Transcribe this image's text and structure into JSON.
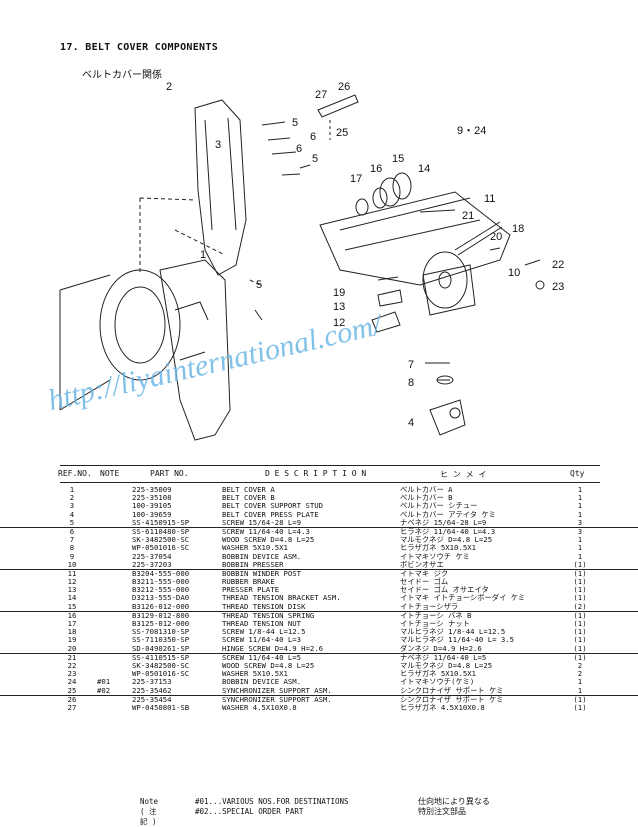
{
  "title": "17. BELT COVER COMPONENTS",
  "subtitle": "ベルトカバー関係",
  "watermark": "http://liyainternational.com/",
  "diagram_labels": [
    "2",
    "3",
    "5",
    "6",
    "6",
    "5",
    "27",
    "26",
    "25",
    "9・24",
    "15",
    "16",
    "17",
    "14",
    "11",
    "21",
    "18",
    "20",
    "10",
    "22",
    "23",
    "19",
    "13",
    "12",
    "5",
    "7",
    "8",
    "4",
    "1"
  ],
  "header": {
    "ref_no": "REF.NO.",
    "note": "NOTE",
    "part_no": "PART NO.",
    "description": "D E S C R I P T I O N",
    "hinmei": "ヒ ン メ イ",
    "qty": "Qty"
  },
  "parts": [
    {
      "ref": "1",
      "note": "",
      "part": "225-35009",
      "desc": "BELT COVER A",
      "jp": "ベルトカバー A",
      "qty": "1"
    },
    {
      "ref": "2",
      "note": "",
      "part": "225-35108",
      "desc": "BELT COVER B",
      "jp": "ベルトカバー B",
      "qty": "1"
    },
    {
      "ref": "3",
      "note": "",
      "part": "100-39105",
      "desc": "BELT COVER SUPPORT STUD",
      "jp": "ベルトカバー シチュー",
      "qty": "1"
    },
    {
      "ref": "4",
      "note": "",
      "part": "100-39659",
      "desc": "BELT COVER PRESS PLATE",
      "jp": "ベルトカバー アテイタ ケミ",
      "qty": "1"
    },
    {
      "ref": "5",
      "note": "",
      "part": "SS-4150915-SP",
      "desc": "SCREW 15/64-28 L=9",
      "jp": "ナベネジ 15/64-28 L=9",
      "qty": "3"
    },
    {
      "ref": "6",
      "note": "",
      "part": "SS-6110480-SP",
      "desc": "SCREW 11/64-40 L=4.3",
      "jp": "ヒラネジ 11/64-40 L=4.3",
      "qty": "3"
    },
    {
      "ref": "7",
      "note": "",
      "part": "SK-3482500-SC",
      "desc": "WOOD SCREW D=4.8 L=25",
      "jp": "マルモクネジ D=4.8 L=25",
      "qty": "1"
    },
    {
      "ref": "8",
      "note": "",
      "part": "WP-0501016-SC",
      "desc": "WASHER 5X10.5X1",
      "jp": "ヒラザガネ 5X10.5X1",
      "qty": "1"
    },
    {
      "ref": "9",
      "note": "",
      "part": "225-37054",
      "desc": "BOBBIN DEVICE ASM.",
      "jp": "イトマキソウチ ケミ",
      "qty": "1"
    },
    {
      "ref": "10",
      "note": "",
      "part": "225-37203",
      "desc": "BOBBIN PRESSER",
      "jp": "ボビンオサエ",
      "qty": "(1)"
    },
    {
      "ref": "11",
      "note": "",
      "part": "B3204-555-000",
      "desc": "BOBBIN WINDER POST",
      "jp": "イトマキ ジク",
      "qty": "(1)"
    },
    {
      "ref": "12",
      "note": "",
      "part": "B3211-555-000",
      "desc": "RUBBER BRAKE",
      "jp": "セイドー ゴム",
      "qty": "(1)"
    },
    {
      "ref": "13",
      "note": "",
      "part": "B3212-555-000",
      "desc": "PRESSER PLATE",
      "jp": "セイドー ゴム オサエイタ",
      "qty": "(1)"
    },
    {
      "ref": "14",
      "note": "",
      "part": "D3213-555-DA0",
      "desc": "THREAD TENSION BRACKET ASM.",
      "jp": "イトマキ イトチョーシボーダイ ケミ",
      "qty": "(1)"
    },
    {
      "ref": "15",
      "note": "",
      "part": "B3126-012-000",
      "desc": "THREAD TENSION DISK",
      "jp": "イトチョーシザラ",
      "qty": "(2)"
    },
    {
      "ref": "16",
      "note": "",
      "part": "B3129-012-800",
      "desc": "THREAD TENSION SPRING",
      "jp": "イトチョーシ バネ B",
      "qty": "(1)"
    },
    {
      "ref": "17",
      "note": "",
      "part": "B3125-012-000",
      "desc": "THREAD TENSION NUT",
      "jp": "イトチョーシ ナット",
      "qty": "(1)"
    },
    {
      "ref": "18",
      "note": "",
      "part": "SS-7081310-SP",
      "desc": "SCREW 1/8-44 L=12.5",
      "jp": "マルヒラネジ 1/8-44 L=12.5",
      "qty": "(1)"
    },
    {
      "ref": "19",
      "note": "",
      "part": "SS-7110350-SP",
      "desc": "SCREW 11/64-40 L=3",
      "jp": "マルヒラネジ 11/64-40 L= 3.5",
      "qty": "(1)"
    },
    {
      "ref": "20",
      "note": "",
      "part": "SD-0490261-SP",
      "desc": "HINGE SCREW D=4.9 H=2.6",
      "jp": "ダンネジ D=4.9 H=2.6",
      "qty": "(1)"
    },
    {
      "ref": "21",
      "note": "",
      "part": "SS-4110515-SP",
      "desc": "SCREW 11/64-40 L=5",
      "jp": "ナベネジ 11/64-40 L=5",
      "qty": "(1)"
    },
    {
      "ref": "22",
      "note": "",
      "part": "SK-3482500-SC",
      "desc": "WOOD SCREW D=4.8 L=25",
      "jp": "マルモクネジ D=4.8 L=25",
      "qty": "2"
    },
    {
      "ref": "23",
      "note": "",
      "part": "WP-0501016-SC",
      "desc": "WASHER 5X10.5X1",
      "jp": "ヒラザガネ 5X10.5X1",
      "qty": "2"
    },
    {
      "ref": "24",
      "note": "#01",
      "part": "225-37153",
      "desc": "BOBBIN DEVICE ASM.",
      "jp": "イトマキソウチ(ケミ)",
      "qty": "1"
    },
    {
      "ref": "25",
      "note": "#02",
      "part": "225-35462",
      "desc": "SYNCHRONIZER SUPPORT ASM.",
      "jp": "シンクロナイザ サポート ケミ",
      "qty": "1"
    },
    {
      "ref": "26",
      "note": "",
      "part": "225-35454",
      "desc": "SYNCHRONIZER SUPPORT ASM.",
      "jp": "シンクロナイザ サポート ケミ",
      "qty": "(1)"
    },
    {
      "ref": "27",
      "note": "",
      "part": "WP-0450801-SB",
      "desc": "WASHER 4.5X10X0.8",
      "jp": "ヒラザガネ 4.5X10X0.8",
      "qty": "(1)"
    }
  ],
  "footnote": {
    "label": "Note ( 注記 )",
    "line1": "#01...VARIOUS NOS.FOR DESTINATIONS",
    "line2": "#02...SPECIAL ORDER PART",
    "jp_line1": "仕向地により異なる",
    "jp_line2": "特別注文部品"
  }
}
